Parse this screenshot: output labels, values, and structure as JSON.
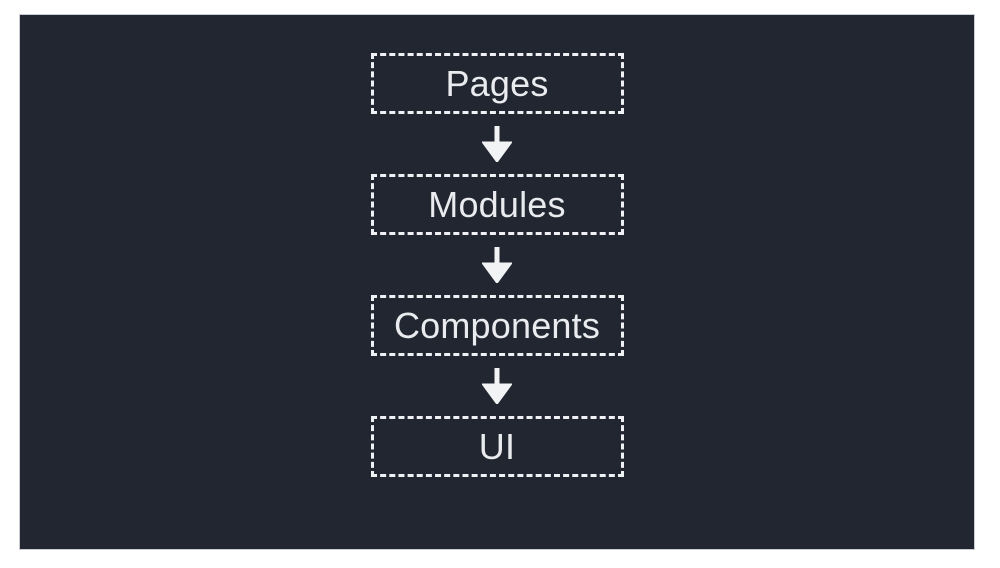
{
  "slide": {
    "background_color": "#ffffff",
    "panel_color": "#212630",
    "panel_border_color": "#c9ccd4",
    "node_border_color": "#f0f1f4",
    "text_color": "#e9ebee"
  },
  "diagram": {
    "type": "vertical-flow",
    "orientation": "top-to-bottom",
    "connector_icon": "arrow-down-icon",
    "nodes": [
      {
        "id": "pages",
        "label": "Pages"
      },
      {
        "id": "modules",
        "label": "Modules"
      },
      {
        "id": "components",
        "label": "Components"
      },
      {
        "id": "ui",
        "label": "UI"
      }
    ],
    "connectors": [
      {
        "from": "pages",
        "to": "modules",
        "glyph": "↓"
      },
      {
        "from": "modules",
        "to": "components",
        "glyph": "↓"
      },
      {
        "from": "components",
        "to": "ui",
        "glyph": "↓"
      }
    ]
  }
}
